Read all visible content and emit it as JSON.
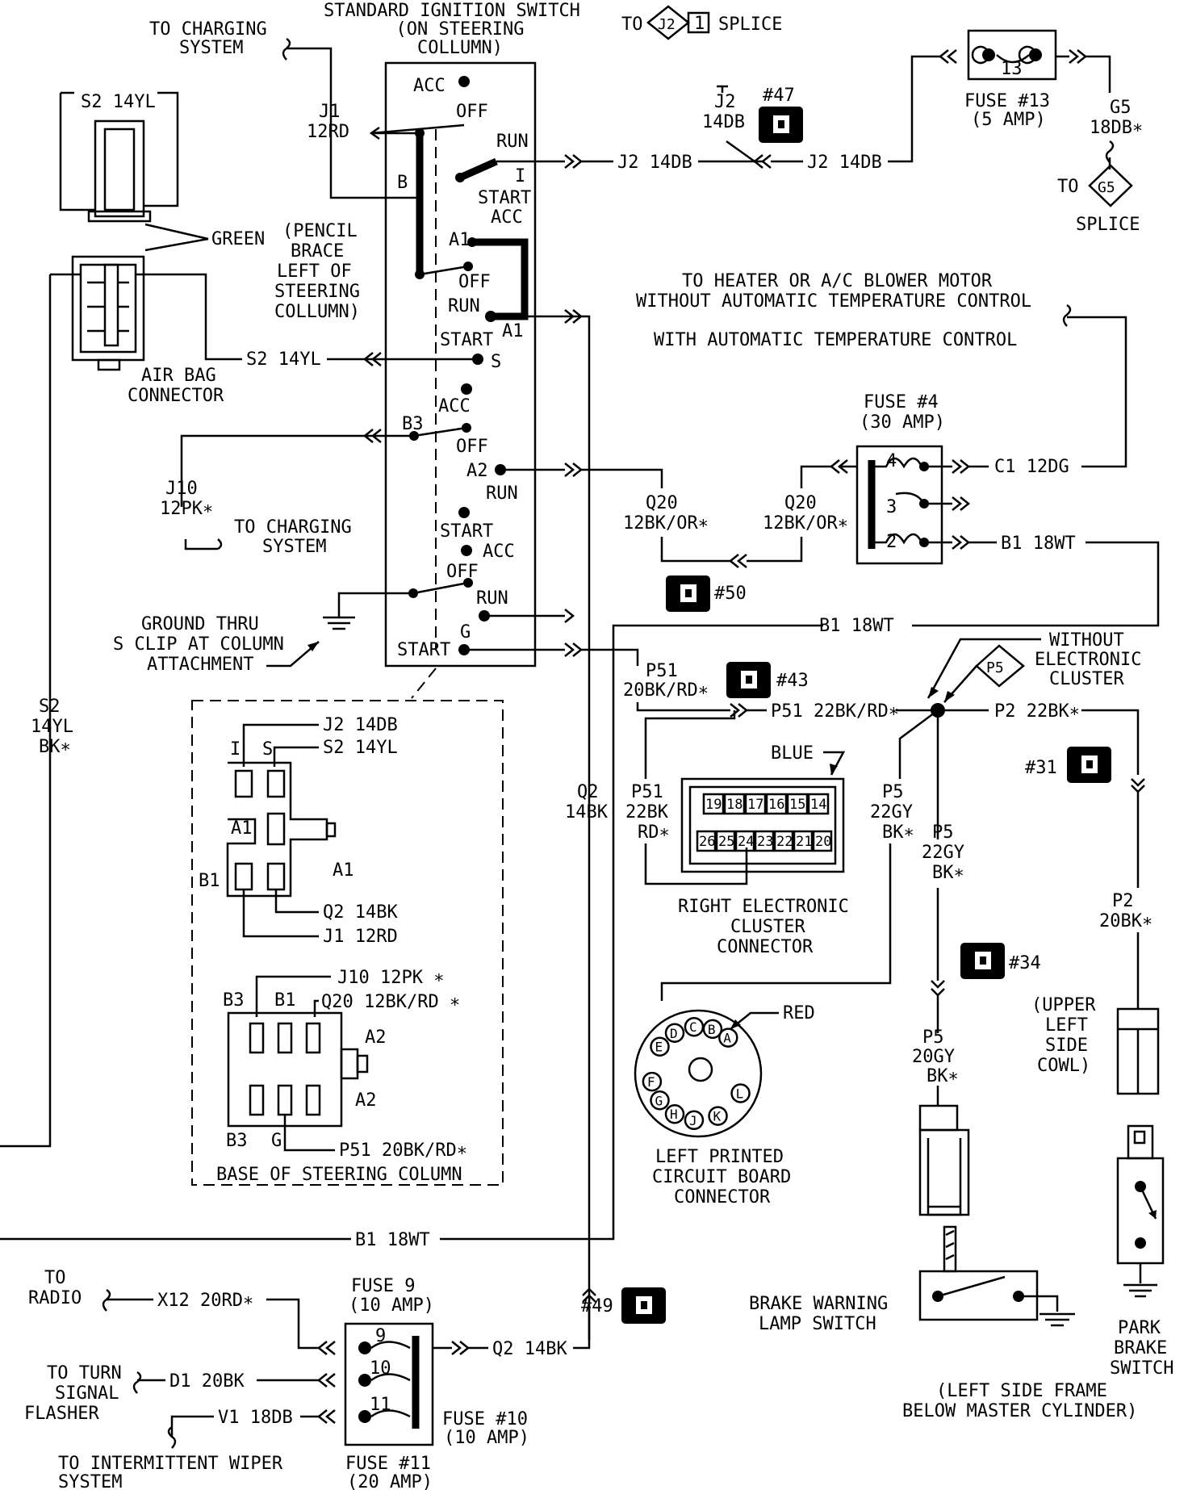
{
  "ignition": {
    "title1": "STANDARD IGNITION SWITCH",
    "title2": "(ON STEERING",
    "title3": "COLLUMN)",
    "acc": "ACC",
    "off": "OFF",
    "run": "RUN",
    "start": "START",
    "b": "B",
    "a1": "A1",
    "a2": "A2",
    "b3": "B3",
    "s": "S",
    "g": "G",
    "i": "I",
    "start_acc1": "START",
    "start_acc2": "ACC"
  },
  "labels": {
    "to_charging_top1": "TO CHARGING",
    "to_charging_top2": "SYSTEM",
    "j1_1": "J1",
    "j1_2": "12RD",
    "s2_top": "S2 14YL",
    "green": "GREEN",
    "pencil1": "(PENCIL",
    "pencil2": "BRACE",
    "pencil3": "LEFT OF",
    "pencil4": "STEERING",
    "pencil5": "COLLUMN)",
    "airbag1": "AIR BAG",
    "airbag2": "CONNECTOR",
    "s2_mid": "S2 14YL",
    "j10_1": "J10",
    "j10_2": "12PK∗",
    "to_charging_mid1": "TO CHARGING",
    "to_charging_mid2": "SYSTEM",
    "ground1": "GROUND THRU",
    "ground2": "S CLIP AT COLUMN",
    "ground3": "ATTACHMENT",
    "s2_left1": "S2",
    "s2_left2": "14YL",
    "s2_left3": "BK∗",
    "to_j2": "TO",
    "j2_diamond": "J2",
    "j2_pin": "1",
    "splice_top": "SPLICE",
    "j2_wire1": "J2",
    "j2_wire2": "14DB",
    "conn47": "#47",
    "j2_14db_a": "J2 14DB",
    "j2_14db_b": "J2 14DB",
    "fuse13_1": "FUSE #13",
    "fuse13_2": "(5 AMP)",
    "fuse13_num": "13",
    "g5_1": "G5",
    "g5_2": "18DB∗",
    "to_g5": "TO",
    "g5_diamond": "G5",
    "splice_g5": "SPLICE",
    "heater1": "TO HEATER OR A/C BLOWER MOTOR",
    "heater2": "WITHOUT AUTOMATIC TEMPERATURE CONTROL",
    "heater3": "WITH AUTOMATIC TEMPERATURE CONTROL",
    "fuse4_1": "FUSE #4",
    "fuse4_2": "(30 AMP)",
    "fuse4_n4": "4",
    "fuse4_n3": "3",
    "fuse4_n2": "2",
    "c1": "C1 12DG",
    "b1_18wt_a": "B1 18WT",
    "q20_a1": "Q20",
    "q20_a2": "12BK/OR∗",
    "q20_b1": "Q20",
    "q20_b2": "12BK/OR∗",
    "conn50": "#50",
    "b1_18wt_b": "B1 18WT",
    "without1": "WITHOUT",
    "without2": "ELECTRONIC",
    "without3": "CLUSTER",
    "p5_diamond": "P5",
    "p51_1": "P51",
    "p51_2": "20BK/RD∗",
    "conn43": "#43",
    "p51_22": "P51 22BK/RD∗",
    "p2_22": "P2 22BK∗",
    "blue": "BLUE",
    "conn31": "#31",
    "q2_1": "Q2",
    "q2_2": "14BK",
    "p51_v1": "P51",
    "p51_v2": "22BK",
    "p51_v3": "RD∗",
    "p5_a1": "P5",
    "p5_a2": "22GY",
    "p5_a3": "BK∗",
    "p5_b1": "P5",
    "p5_b2": "22GY",
    "p5_b3": "BK∗",
    "right_cluster1": "RIGHT ELECTRONIC",
    "right_cluster2": "CLUSTER",
    "right_cluster3": "CONNECTOR",
    "p2_20_1": "P2",
    "p2_20_2": "20BK∗",
    "conn34": "#34",
    "red": "RED",
    "p5_c1": "P5",
    "p5_c2": "20GY",
    "p5_c3": "BK∗",
    "upper1": "(UPPER",
    "upper2": "LEFT",
    "upper3": "SIDE",
    "upper4": "COWL)",
    "left_pcb1": "LEFT PRINTED",
    "left_pcb2": "CIRCUIT BOARD",
    "left_pcb3": "CONNECTOR",
    "b1_18wt_c": "B1 18WT",
    "brake1": "BRAKE WARNING",
    "brake2": "LAMP SWITCH",
    "park1": "PARK",
    "park2": "BRAKE",
    "park3": "SWITCH",
    "frame1": "(LEFT SIDE FRAME",
    "frame2": "BELOW MASTER CYLINDER)",
    "conn49": "#49",
    "to_radio1": "TO",
    "to_radio2": "RADIO",
    "x12": "X12 20RD∗",
    "fuse9_1": "FUSE 9",
    "fuse9_2": "(10 AMP)",
    "f9": "9",
    "f10": "10",
    "f11": "11",
    "q2_14bk": "Q2 14BK",
    "turn1": "TO TURN",
    "turn2": "SIGNAL",
    "turn3": "FLASHER",
    "d1": "D1 20BK",
    "v1": "V1 18DB",
    "fuse10_1": "FUSE #10",
    "fuse10_2": "(10 AMP)",
    "fuse11_1": "FUSE #11",
    "fuse11_2": "(20 AMP)",
    "wiper1": "TO INTERMITTENT WIPER",
    "wiper2": "SYSTEM"
  },
  "steering_base": {
    "j2": "J2 14DB",
    "s2": "S2 14YL",
    "i": "I",
    "s": "S",
    "a1_l": "A1",
    "a1_r": "A1",
    "b1": "B1",
    "q2": "Q2 14BK",
    "j1": "J1 12RD",
    "j10": "J10 12PK ∗",
    "b3_l": "B3",
    "b1_top": "B1",
    "q20": "Q20 12BK/RD ∗",
    "a2_top": "A2",
    "a2_bot": "A2",
    "b3_bot": "B3",
    "g": "G",
    "p51": "P51 20BK/RD∗",
    "title": "BASE OF STEERING COLUMN"
  },
  "cluster_pins": {
    "top": [
      "19",
      "18",
      "17",
      "16",
      "15",
      "14"
    ],
    "bottom": [
      "26",
      "25",
      "24",
      "23",
      "22",
      "21",
      "20"
    ]
  },
  "pcb_pins": [
    "A",
    "B",
    "C",
    "D",
    "E",
    "F",
    "G",
    "H",
    "J",
    "K",
    "L"
  ]
}
